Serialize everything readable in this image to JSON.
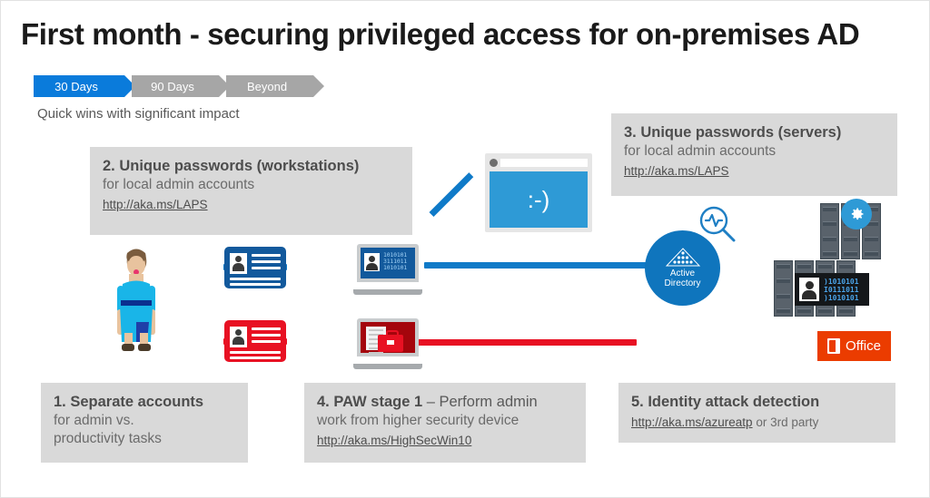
{
  "slide": {
    "title": "First month - securing privileged access for on-premises AD",
    "subtitle": "Quick wins with significant impact"
  },
  "timeline": {
    "items": [
      {
        "label": "30 Days",
        "state": "active",
        "color": "#0a7bdb"
      },
      {
        "label": "90 Days",
        "state": "inactive",
        "color": "#a6a6a6"
      },
      {
        "label": "Beyond",
        "state": "inactive",
        "color": "#a6a6a6"
      }
    ]
  },
  "callouts": {
    "box1": {
      "heading": "1. Separate accounts",
      "line2": "for admin vs.",
      "line3": "productivity tasks"
    },
    "box2": {
      "heading": "2. Unique passwords (workstations)",
      "line2": "for local admin accounts",
      "link": "http://aka.ms/LAPS"
    },
    "box3": {
      "heading": "3. Unique passwords (servers)",
      "line2": "for local admin accounts",
      "link": "http://aka.ms/LAPS"
    },
    "box4": {
      "heading_bold": "4. PAW stage 1",
      "heading_light": " – Perform admin",
      "line2": "work from higher security device",
      "link": "http://aka.ms/HighSecWin10"
    },
    "box5": {
      "heading": "5. Identity attack detection",
      "link": "http://aka.ms/azureatp",
      "link_tail": " or 3rd party"
    }
  },
  "diagram": {
    "active_directory": {
      "line1": "Active",
      "line2": "Directory",
      "color": "#0f75bd"
    },
    "browser": {
      "content": ":-)",
      "viewport_color": "#2e9ad6"
    },
    "laptop_blue": {
      "binary": [
        "1010101",
        "3111011",
        "1010101"
      ],
      "screen_color": "#12599c"
    },
    "laptop_red": {
      "screen_color": "#a4050c"
    },
    "server_overlay_binary": [
      ")1010101",
      "I0111011",
      ")1010101"
    ],
    "office": {
      "label": "Office",
      "color": "#eb3c00"
    },
    "connector_blue": "#0f7ac8",
    "connector_red": "#e81123"
  }
}
